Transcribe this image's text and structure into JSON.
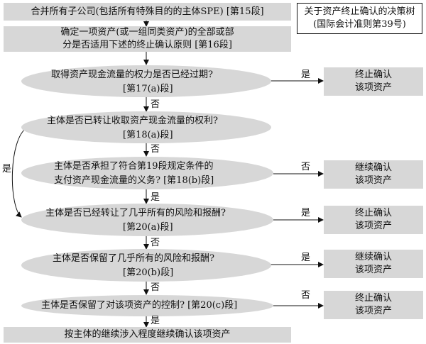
{
  "title": "关于资产终止确认的决策树\n(国际会计准则第39号)",
  "steps": {
    "consolidate": "合并所有子公司(包括所有特殊目的的主体SPE) [第15段]",
    "determine": "确定一项资产(或一组同类资产)的全部或部\n分是否适用下述的终止确认原则 [第16段]",
    "final": "按主体的继续涉入程度继续确认该项资产"
  },
  "questions": [
    {
      "line1": "取得资产现金流量的权力是否已经过期?",
      "line2": "[第17(a)段]"
    },
    {
      "line1": "主体是否已转让收取资产现金流量的权利?",
      "line2": "[第18(a)段]"
    },
    {
      "line1": "主体是否承担了符合第19段规定条件的",
      "line2": "支付资产现金流量的义务? [第18(b)段]"
    },
    {
      "line1": "主体是否已经转让了几乎所有的风险和报酬?",
      "line2": "[第20(a)段]"
    },
    {
      "line1": "主体是否保留了几乎所有的风险和报酬?",
      "line2": "[第20(b)段]"
    },
    {
      "line1": "主体是否保留了对该项资产的控制? [第20(c)段]",
      "line2": ""
    }
  ],
  "outcomes": [
    "终止确认\n该项资产",
    "继续确认\n该项资产",
    "终止确认\n该项资产",
    "继续确认\n该项资产",
    "终止确认\n该项资产"
  ],
  "labels": {
    "yes": "是",
    "no": "否"
  }
}
